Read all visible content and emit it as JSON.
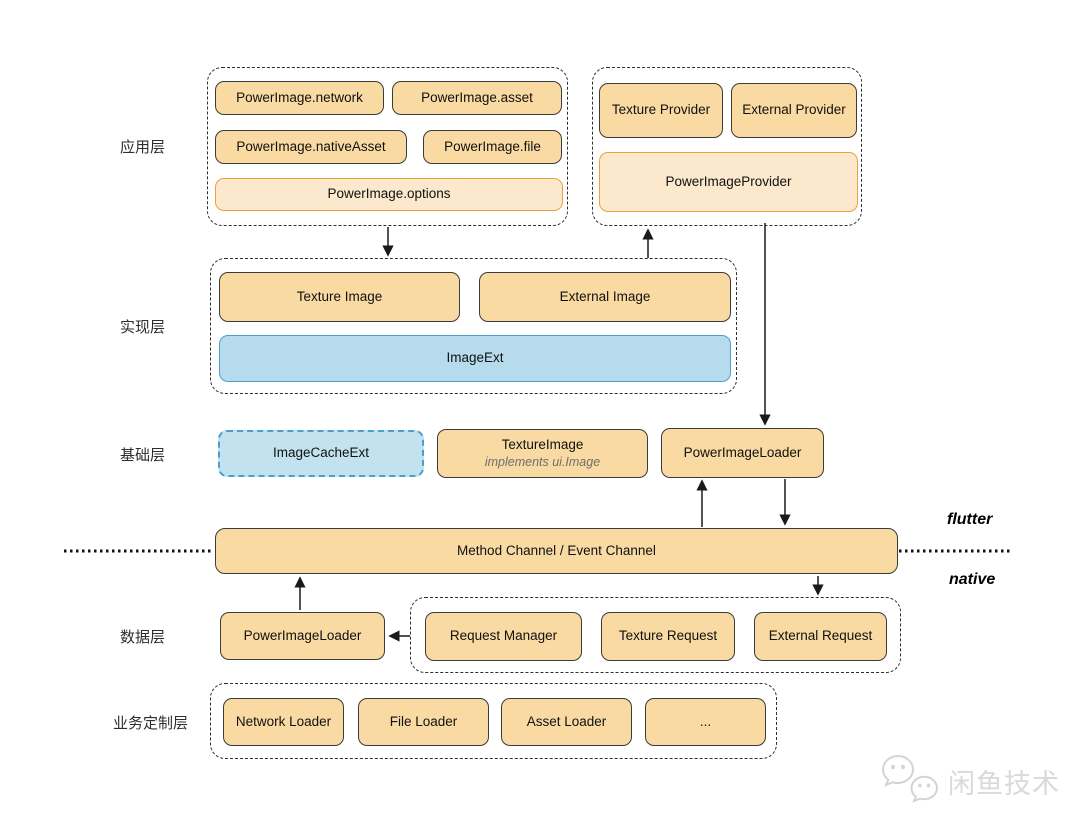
{
  "colors": {
    "box_fill": "#F9DAA2",
    "box_border": "#3B3B3B",
    "soft_fill": "#FCE8CD",
    "soft_border": "#E8A33E",
    "blue_fill": "#B5DBEC",
    "blue_border": "#4D9FCB",
    "blue_fill_light": "#C3E2F0",
    "line_color": "#1A1A1A"
  },
  "row_labels": {
    "application": "应用层",
    "implementation": "实现层",
    "foundation": "基础层",
    "data": "数据层",
    "business": "业务定制层"
  },
  "application_layer": {
    "api_group": {
      "network": "PowerImage.network",
      "asset": "PowerImage.asset",
      "native_asset": "PowerImage.nativeAsset",
      "file": "PowerImage.file",
      "options": "PowerImage.options"
    },
    "provider_group": {
      "texture_provider": "Texture Provider",
      "external_provider": "External Provider",
      "power_image_provider": "PowerImageProvider"
    }
  },
  "implementation_layer": {
    "texture_image": "Texture Image",
    "external_image": "External Image",
    "image_ext": "ImageExt"
  },
  "foundation_layer": {
    "image_cache_ext": "ImageCacheExt",
    "texture_image": "TextureImage",
    "texture_image_note": "implements ui.Image",
    "power_image_loader": "PowerImageLoader"
  },
  "bridge": {
    "channel_label": "Method Channel / Event Channel",
    "flutter_label": "flutter",
    "native_label": "native"
  },
  "data_layer": {
    "power_image_loader": "PowerImageLoader",
    "request_manager": "Request Manager",
    "texture_request": "Texture Request",
    "external_request": "External Request"
  },
  "business_layer": {
    "network_loader": "Network Loader",
    "file_loader": "File Loader",
    "asset_loader": "Asset Loader",
    "more": "..."
  },
  "watermark": {
    "brand": "闲鱼技术"
  }
}
